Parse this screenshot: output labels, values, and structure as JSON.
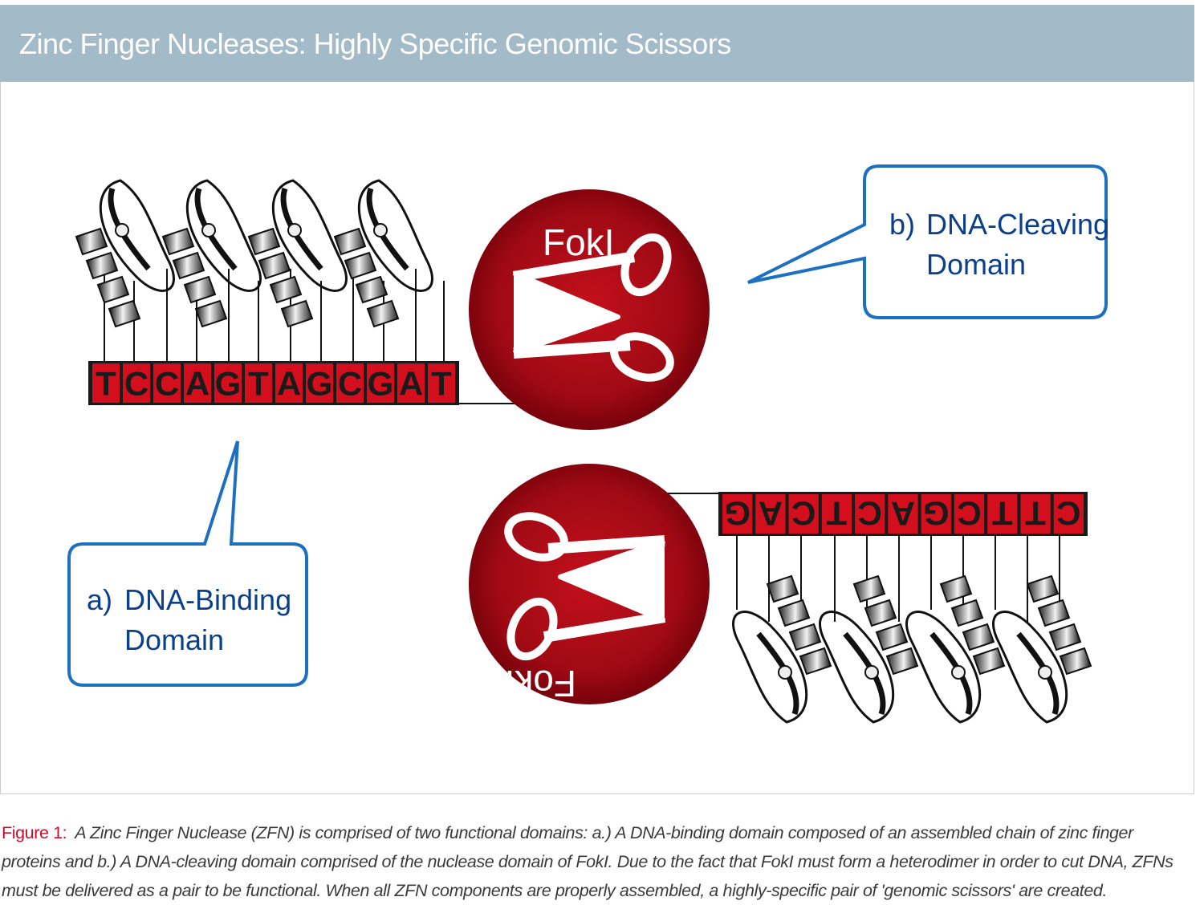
{
  "header": {
    "title": "Zinc Finger Nucleases: Highly Specific Genomic Scissors"
  },
  "sequence_top": [
    "T",
    "C",
    "C",
    "A",
    "G",
    "T",
    "A",
    "G",
    "C",
    "G",
    "A",
    "T"
  ],
  "sequence_bottom": [
    "G",
    "A",
    "C",
    "T",
    "C",
    "A",
    "G",
    "C",
    "T",
    "T",
    "C"
  ],
  "enzyme": {
    "label": "FokI"
  },
  "callouts": {
    "binding": {
      "letter": "a)",
      "line1": "DNA-Binding",
      "line2": "Domain"
    },
    "cleaving": {
      "letter": "b)",
      "line1": "DNA-Cleaving",
      "line2": "Domain"
    }
  },
  "caption": {
    "label": "Figure 1:",
    "text": "A Zinc Finger Nuclease (ZFN) is comprised of two functional domains: a.) A DNA-binding domain composed of an assembled chain of zinc finger proteins and b.) A DNA-cleaving domain comprised of the nuclease domain of FokI. Due to the fact that FokI must form a heterodimer in order to cut DNA, ZFNs must be delivered as a pair to be functional. When all ZFN components are properly assembled, a highly-specific pair of 'genomic scissors' are created."
  },
  "colors": {
    "header_bg": "#a3bac9",
    "base_fill": "#d40f1d",
    "enzyme_center": "#c3101c",
    "enzyme_edge": "#6e0009",
    "callout_border": "#1d6fc0",
    "callout_text": "#0a3f8c",
    "caption_label": "#c8102e"
  }
}
